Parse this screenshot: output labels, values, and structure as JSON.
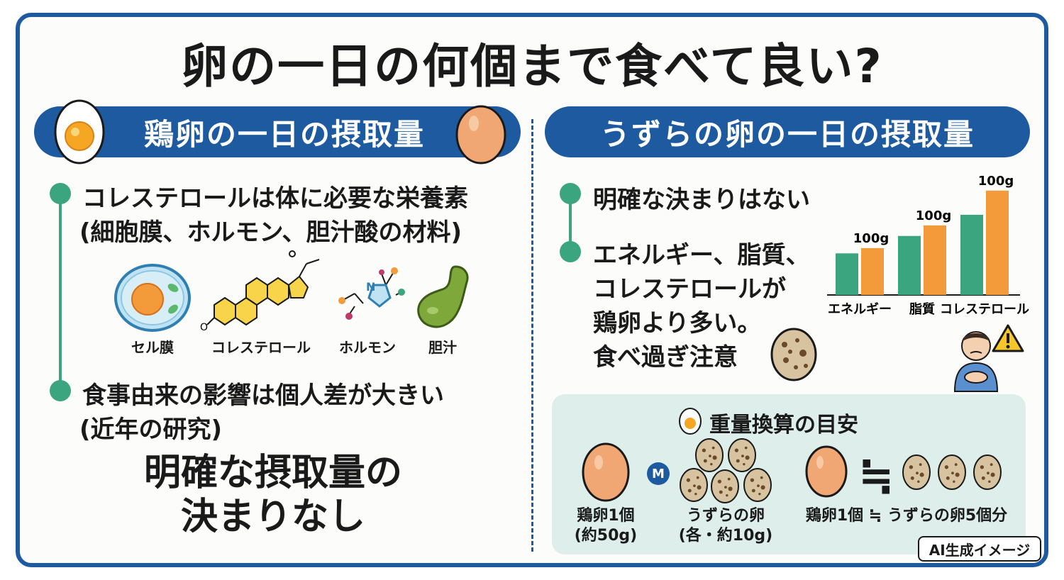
{
  "title": "卵の一日の何個まで食べて良い?",
  "left": {
    "banner": "鶏卵の一日の摂取量",
    "point1_line1": "コレステロールは体に必要な栄養素",
    "point1_line2": "(細胞膜、ホルモン、胆汁酸の材料)",
    "icons": [
      {
        "icon": "cell-icon",
        "label": "セル膜"
      },
      {
        "icon": "steroid-molecule-icon",
        "label": "コレステロール"
      },
      {
        "icon": "molecule-icon",
        "label": "ホルモン"
      },
      {
        "icon": "gallbladder-icon",
        "label": "胆汁"
      }
    ],
    "molecule_letter": "N",
    "steroid_letter": "O",
    "point2_line1": "食事由来の影響は個人差が大きい",
    "point2_line2": "(近年の研究)",
    "conclusion_line1": "明確な摂取量の",
    "conclusion_line2": "決まりなし"
  },
  "right": {
    "banner": "うずらの卵の一日の摂取量",
    "point1": "明確な決まりはない",
    "point2_lines": [
      "エネルギー、脂質、",
      "コレステロールが",
      "鶏卵より多い。",
      "食べ過ぎ注意"
    ],
    "panel": {
      "title": "重量換算の目安",
      "m_badge": "M",
      "chicken_line1": "鶏卵1個",
      "chicken_line2": "(約50g)",
      "quail_line1": "うずらの卵",
      "quail_line2": "(各・約10g)",
      "approx_symbol": "≒",
      "equation": "鶏卵1個 ≒ うずらの卵5個分"
    },
    "ai_badge": "AI生成イメージ"
  },
  "chart_data": {
    "type": "bar",
    "categories": [
      "エネルギー",
      "脂質",
      "コレステロール"
    ],
    "series": [
      {
        "values": [
          0.55,
          0.78,
          1.06
        ],
        "color": "#3aa57e"
      },
      {
        "values": [
          0.62,
          0.92,
          1.38
        ],
        "color": "#f39a3a"
      }
    ],
    "data_labels": [
      "100g",
      "100g",
      "100g"
    ],
    "ylim": [
      0,
      1.5
    ],
    "grid": false
  },
  "colors": {
    "accent": "#1d5aa0",
    "green": "#3aa57e",
    "orange": "#f39a3a",
    "egg": "#f0a774"
  }
}
